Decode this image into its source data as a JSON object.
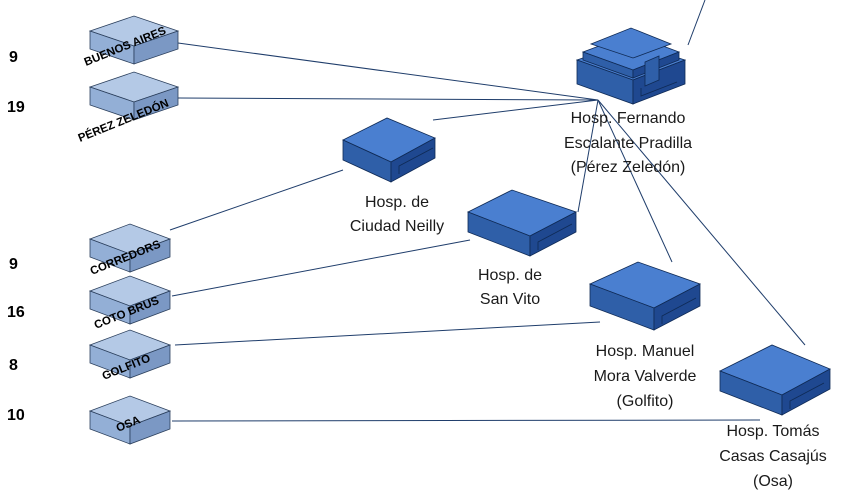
{
  "cantons": [
    {
      "name": "BUENOS AIRES",
      "count": "9"
    },
    {
      "name": "PÉREZ ZELEDÓN",
      "count": "19"
    },
    {
      "name": "CORREDORS",
      "count": "9"
    },
    {
      "name": "COTO BRUS",
      "count": "16"
    },
    {
      "name": "GOLFITO",
      "count": "8"
    },
    {
      "name": "OSA",
      "count": "10"
    }
  ],
  "hospitals": [
    {
      "name": "Hosp. Fernando Escalante Pradilla (Pérez Zeledón)",
      "lines": [
        "Hosp. Fernando",
        "Escalante Pradilla",
        "(Pérez Zeledón)"
      ]
    },
    {
      "name": "Hosp. de Ciudad Neilly",
      "lines": [
        "Hosp. de",
        "Ciudad Neilly"
      ]
    },
    {
      "name": "Hosp. de San Vito",
      "lines": [
        "Hosp. de",
        "San Vito"
      ]
    },
    {
      "name": "Hosp. Manuel Mora Valverde (Golfito)",
      "lines": [
        "Hosp. Manuel",
        "Mora Valverde",
        "(Golfito)"
      ]
    },
    {
      "name": "Hosp. Tomás Casas Casajús (Osa)",
      "lines": [
        "Hosp. Tomás",
        "Casas Casajús",
        "(Osa)"
      ]
    }
  ],
  "colors": {
    "hospital_top": "#4a7fd0",
    "hospital_front": "#2f5fa8",
    "hospital_side": "#1f4890",
    "canton_top": "#b4c9e6",
    "canton_front": "#93afd6",
    "canton_side": "#7b98c4",
    "link": "#1f3d6b"
  }
}
